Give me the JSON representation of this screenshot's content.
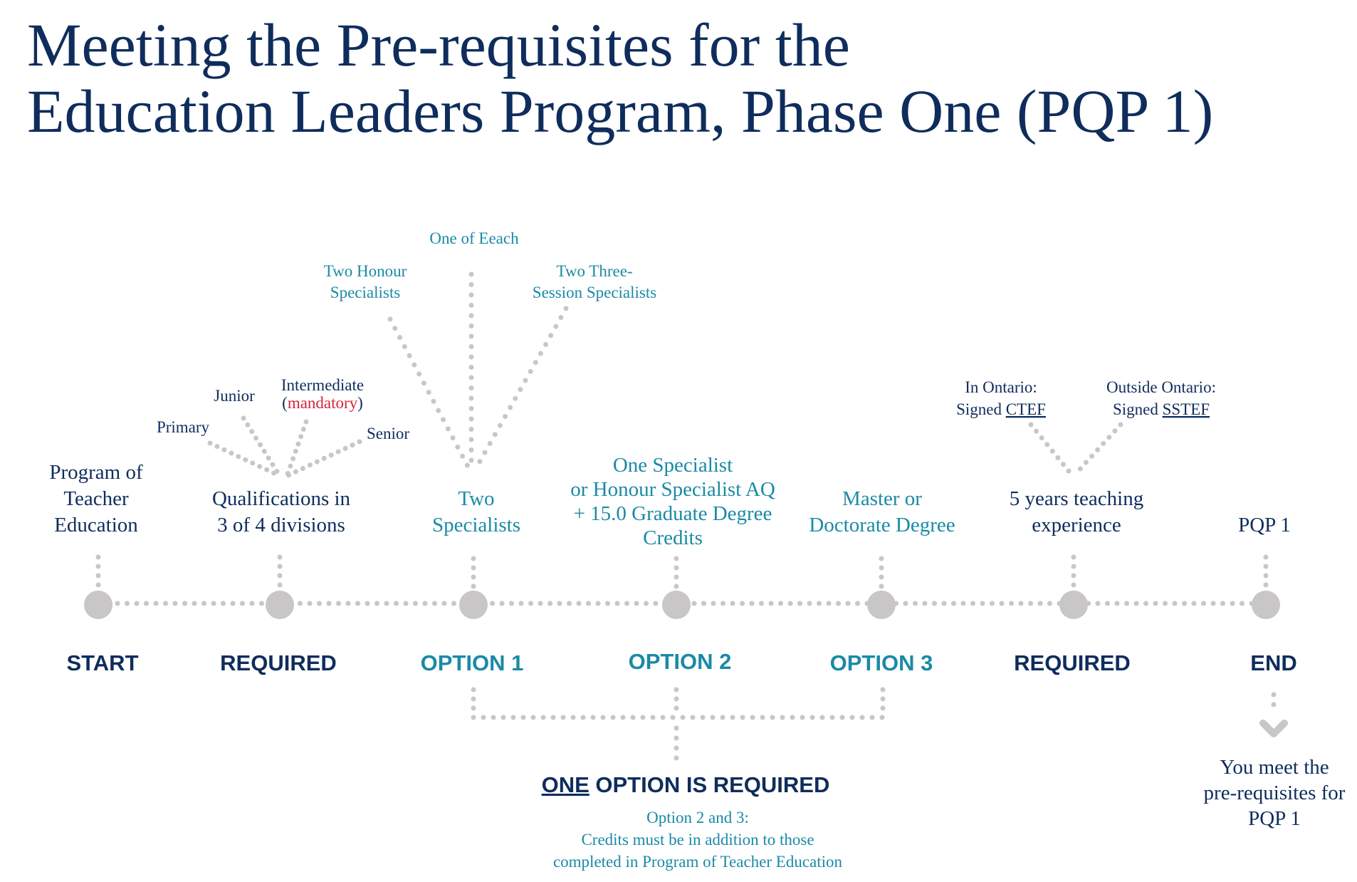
{
  "title": {
    "line1": "Meeting the Pre-requisites for the",
    "line2": "Education Leaders Program, Phase One (PQP 1)"
  },
  "steps": [
    {
      "label": "START",
      "text": [
        "Program of",
        "Teacher",
        "Education"
      ]
    },
    {
      "label": "REQUIRED",
      "text": [
        "Qualifications in",
        "3 of 4 divisions"
      ]
    },
    {
      "label": "OPTION 1",
      "text": [
        "Two",
        "Specialists"
      ]
    },
    {
      "label": "OPTION 2",
      "text": [
        "One Specialist",
        "or Honour Specialist AQ",
        "+ 15.0 Graduate Degree",
        "Credits"
      ]
    },
    {
      "label": "OPTION 3",
      "text": [
        "Master or",
        "Doctorate Degree"
      ]
    },
    {
      "label": "REQUIRED",
      "text": [
        "5 years teaching",
        "experience"
      ]
    },
    {
      "label": "END",
      "text": [
        "PQP 1"
      ]
    }
  ],
  "divisions": {
    "primary": "Primary",
    "junior": "Junior",
    "intermediate": "Intermediate",
    "mandatory_open": "(",
    "mandatory": "mandatory",
    "mandatory_close": ")",
    "senior": "Senior"
  },
  "option1_choices": {
    "honour": [
      "Two Honour",
      "Specialists"
    ],
    "each": "One of Eeach",
    "three_session": [
      "Two Three-",
      "Session Specialists"
    ]
  },
  "experience_forms": {
    "ontario": {
      "line1": "In Ontario:",
      "prefix": "Signed ",
      "form": "CTEF"
    },
    "outside": {
      "line1": "Outside Ontario:",
      "prefix": "Signed ",
      "form": "SSTEF"
    }
  },
  "options_note": {
    "heading_emph": "ONE",
    "heading_rest": " OPTION IS REQUIRED",
    "lines": [
      "Option 2 and 3:",
      "Credits must be in addition to those",
      "completed in Program of Teacher Education"
    ]
  },
  "result": [
    "You meet the",
    "pre-requisites for",
    "PQP 1"
  ],
  "colors": {
    "navy": "#0f2d5c",
    "teal": "#1a8aa6",
    "red": "#d4243c",
    "dot_gray": "#c9c6c8"
  }
}
